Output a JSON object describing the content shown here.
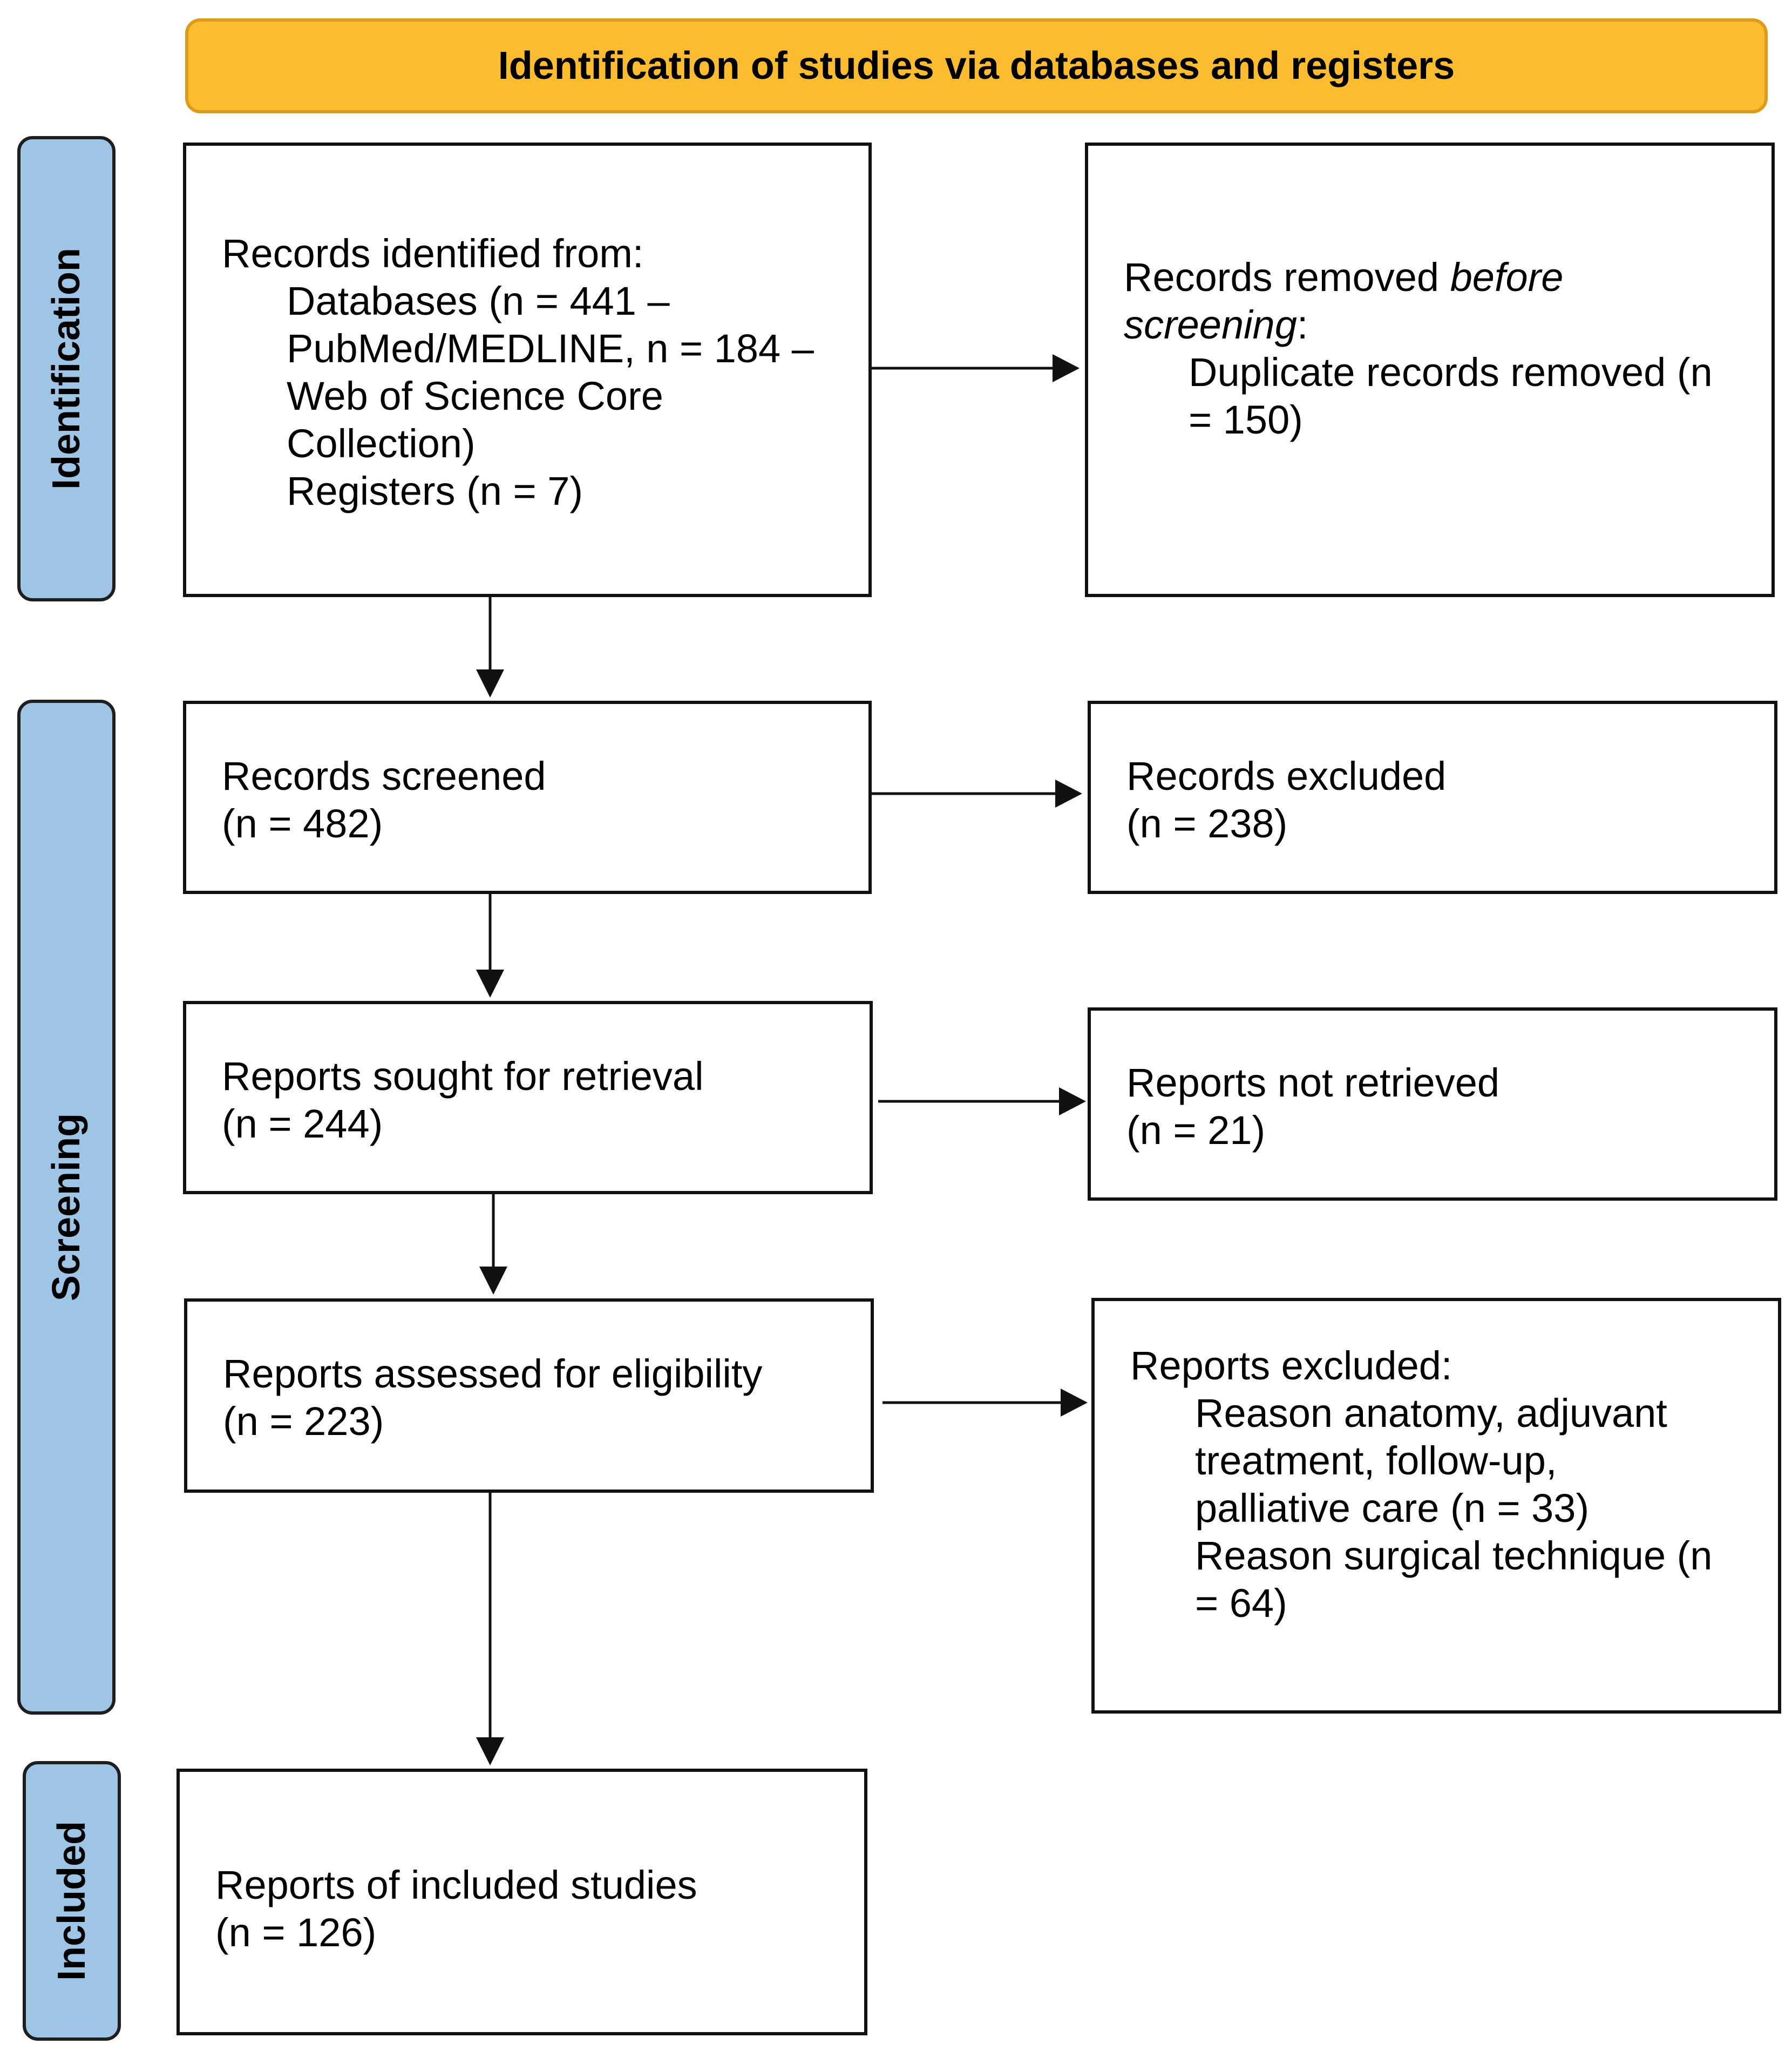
{
  "header": {
    "title": "Identification of studies via databases and registers"
  },
  "phases": {
    "identification": "Identification",
    "screening": "Screening",
    "included": "Included"
  },
  "boxes": {
    "records_identified": {
      "line1": "Records identified from:",
      "line2": "Databases (n = 441 –",
      "line3": "PubMed/MEDLINE, n = 184 –",
      "line4": "Web of Science Core",
      "line5": "Collection)",
      "line6": "Registers (n = 7)"
    },
    "records_removed": {
      "line1a": "Records removed ",
      "line1b": "before",
      "line2a": "screening",
      "line2b": ":",
      "line3": "Duplicate records removed (n",
      "line4": "= 150)"
    },
    "records_screened": {
      "line1": "Records screened",
      "line2": "(n = 482)"
    },
    "records_excluded": {
      "line1": "Records excluded",
      "line2": "(n = 238)"
    },
    "reports_sought": {
      "line1": "Reports sought for retrieval",
      "line2": "(n = 244)"
    },
    "reports_not_retrieved": {
      "line1": "Reports not retrieved",
      "line2": "(n = 21)"
    },
    "reports_assessed": {
      "line1": "Reports assessed for eligibility",
      "line2": "(n = 223)"
    },
    "reports_excluded": {
      "line1": "Reports excluded:",
      "line2": "Reason anatomy, adjuvant",
      "line3": "treatment, follow-up,",
      "line4": "palliative care (n = 33)",
      "line5": "Reason surgical technique (n",
      "line6": "= 64)"
    },
    "included_studies": {
      "line1": "Reports of included studies",
      "line2": "(n = 126)"
    }
  },
  "colors": {
    "header_fill": "#FBBD2F",
    "header_border": "#E09A1B",
    "phase_fill": "#9FC5E6"
  }
}
